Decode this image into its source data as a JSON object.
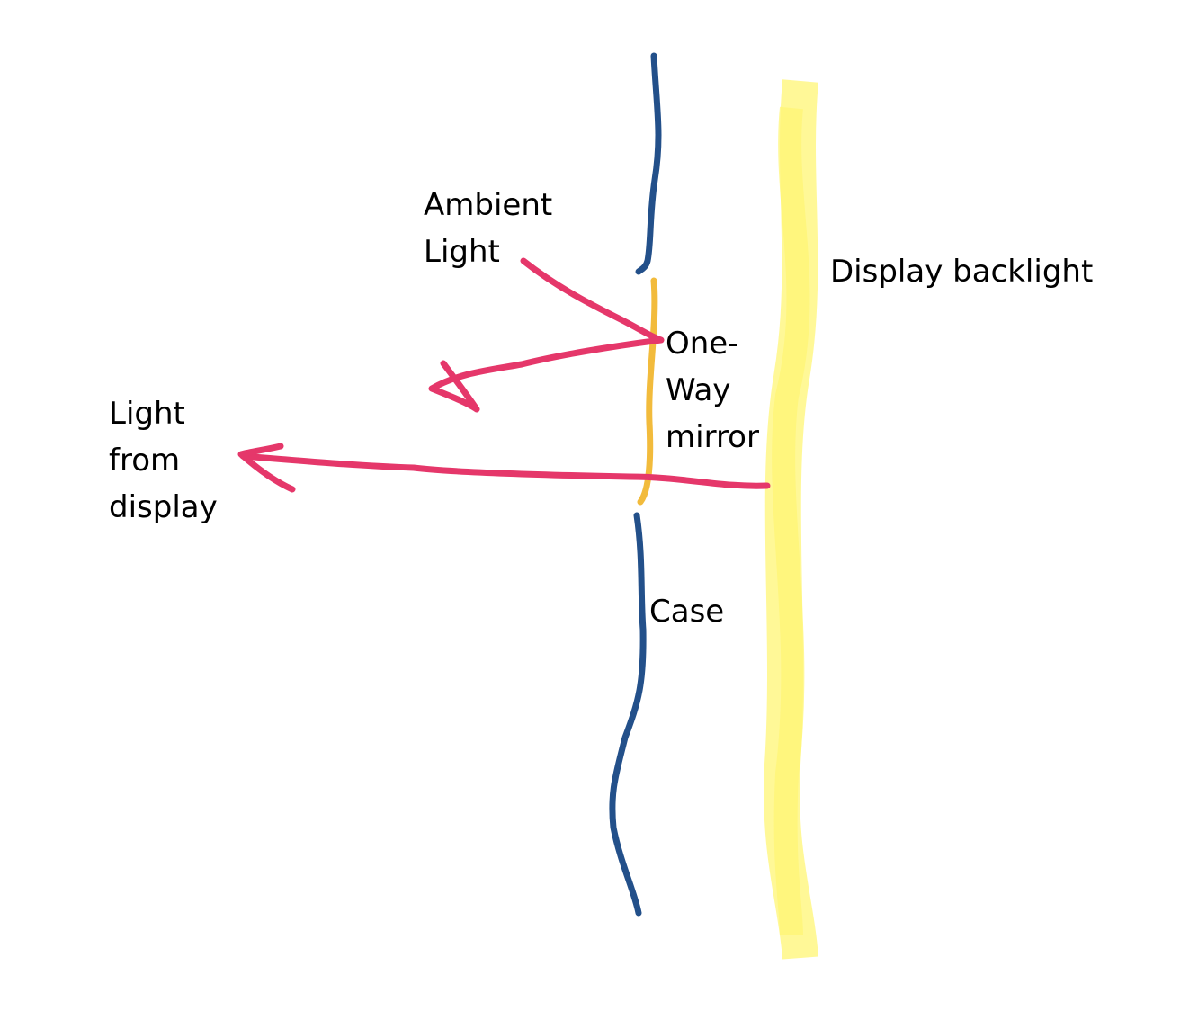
{
  "labels": {
    "ambient": "Ambient\nLight",
    "mirror": "One-\nWay\nmirror",
    "display_light": "Light\nfrom\ndisplay",
    "backlight": "Display backlight",
    "case": "Case"
  },
  "colors": {
    "case": "#23508a",
    "mirror": "#f2bb3c",
    "arrow": "#e5376a",
    "backlight": "#fff574"
  }
}
